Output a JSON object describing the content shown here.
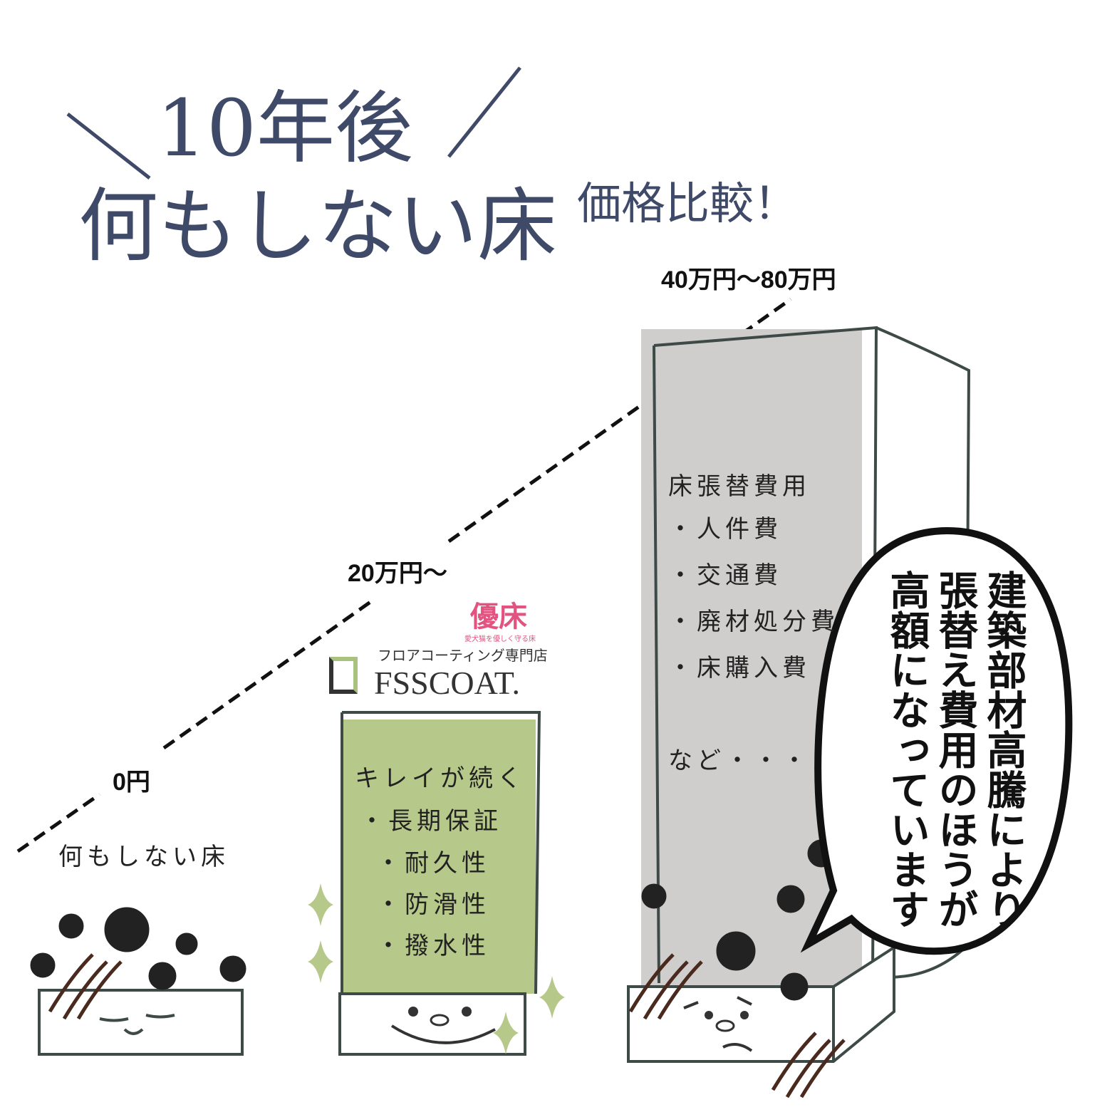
{
  "title": {
    "line1": "10年後",
    "line2": "何もしない床",
    "subtitle": "価格比較！"
  },
  "columns": [
    {
      "label": "何もしない床",
      "price": "0円"
    },
    {
      "price": "20万円〜",
      "heading": "キレイが続く",
      "items": [
        "・長期保証",
        "・耐久性",
        "・防滑性",
        "・撥水性"
      ]
    },
    {
      "price": "40万円〜80万円",
      "heading": "床張替費用",
      "items": [
        "・人件費",
        "・交通費",
        "・廃材処分費",
        "・床購入費"
      ],
      "footer": "など・・・"
    }
  ],
  "logos": {
    "yutoko": "優床",
    "yutoko_tagline": "愛犬猫を優しく守る床",
    "fsscoat_tagline": "フロアコーティング専門店",
    "fsscoat": "FSSCOAT."
  },
  "bubble": {
    "lines": [
      "建築部材高騰により",
      "張替え費用のほうが",
      "高額になっています"
    ]
  },
  "colors": {
    "title": "#3f4a68",
    "green": "#b7c98a",
    "gray": "#d0cecd",
    "yutoko": "#e2537f"
  }
}
